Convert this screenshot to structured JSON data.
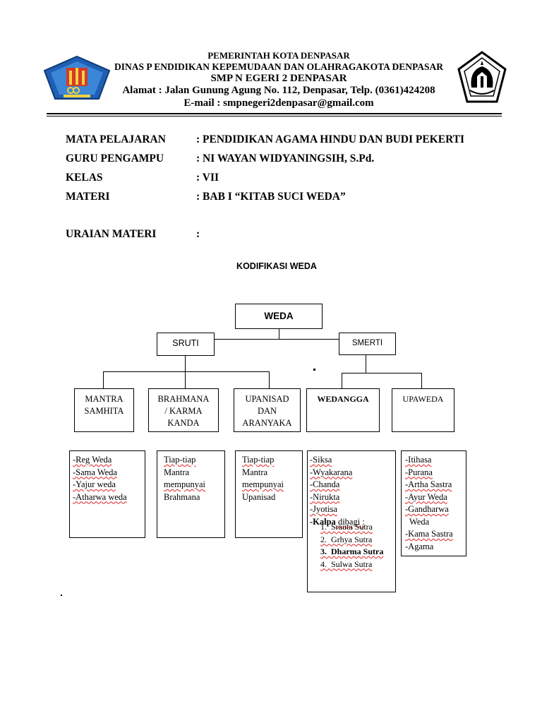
{
  "header": {
    "line1": "PEMERINTAH KOTA DENPASAR",
    "line2": "DINAS P ENDIDIKAN KEPEMUDAAN DAN OLAHRAGAKOTA DENPASAR",
    "line3": "SMP N EGERI 2 DENPASAR",
    "line4": "Alamat : Jalan Gunung Agung No. 112, Denpasar, Telp. (0361)424208",
    "line5": "E-mail : smpnegeri2denpasar@gmail.com",
    "left_logo": "government-crest-icon",
    "right_logo": "school-emblem-icon"
  },
  "info": {
    "rows": [
      {
        "label": "MATA PELAJARAN",
        "value": ": PENDIDIKAN AGAMA HINDU DAN BUDI PEKERTI"
      },
      {
        "label": "GURU PENGAMPU",
        "value": ": NI WAYAN WIDYANINGSIH, S.Pd."
      },
      {
        "label": "KELAS",
        "value": ": VII"
      },
      {
        "label": "MATERI",
        "value": ": BAB I “KITAB SUCI WEDA”"
      }
    ],
    "uraian_label": "URAIAN MATERI",
    "uraian_value": ":"
  },
  "diagram": {
    "title": "KODIFIKASI WEDA",
    "root": "WEDA",
    "sruti": "SRUTI",
    "smerti": "SMERTI",
    "mantra": "MANTRA\nSAMHITA",
    "brahmana": "BRAHMANA\n/ KARMA\nKANDA",
    "upanisad": "UPANISAD\nDAN\nARANYAKA",
    "wedangga": "WEDANGGA",
    "upaweda": "UPAWEDA",
    "mantra_items": [
      "-Reg Weda",
      "-Sama Weda",
      "-Yajur weda",
      "-Atharwa weda"
    ],
    "brahmana_text": [
      "Tiap-tiap",
      "Mantra",
      "mempunyai",
      "Brahmana"
    ],
    "upanisad_text": [
      "Tiap-tiap",
      "Mantra",
      "mempunyai",
      "Upanisad"
    ],
    "wedangga_items": [
      "-Siksa",
      "-Wyakarana",
      "-Chanda",
      "-Nirukta",
      "-Jyotisa"
    ],
    "kalpa_label": "-Kalpa",
    "kalpa_suffix": " dibagi :",
    "kalpa_items": [
      "1.  Srauta Sutra",
      "2.  Grhya Sutra",
      "3.  Dharma Sutra",
      "4.  Sulwa Sutra"
    ],
    "upaweda_items": [
      "-Itihasa",
      "-Purana",
      "-Artha Sastra",
      "-Ayur Weda",
      "-Gandharwa",
      "  Weda",
      "-Kama Sastra",
      "-Agama"
    ]
  }
}
